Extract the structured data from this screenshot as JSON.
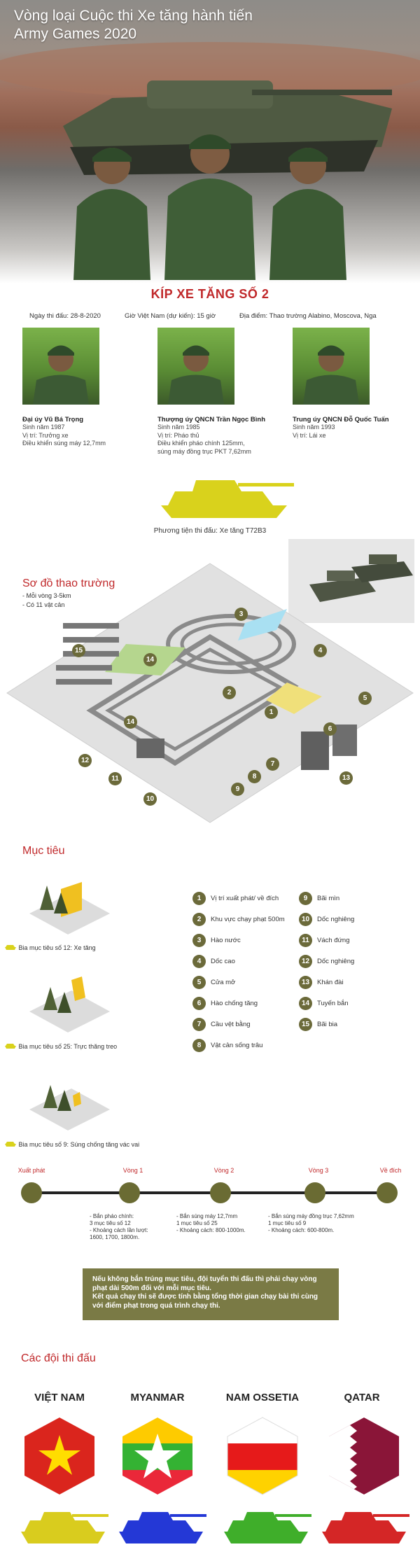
{
  "header": {
    "title_line1": "Vòng loại Cuộc thi Xe tăng hành tiến",
    "title_line2": "Army Games 2020"
  },
  "crew": {
    "title": "KÍP XE TĂNG SỐ 2",
    "date": "Ngày thi đấu: 28-8-2020",
    "time": "Giờ Việt Nam (dự kiến): 15 giờ",
    "place": "Địa điểm: Thao trường Alabino, Moscova, Nga",
    "members": [
      {
        "name": "Đại úy Vũ Bá Trọng",
        "desc": "Sinh năm 1987\nVị trí: Trưởng xe\nĐiều khiển súng máy 12,7mm"
      },
      {
        "name": "Thượng úy QNCN Trần Ngọc Bình",
        "desc": "Sinh năm 1985\nVị trí: Pháo thủ\nĐiều khiển pháo chính 125mm,\nsúng máy đồng trục PKT 7,62mm"
      },
      {
        "name": "Trung úy QNCN Đỗ Quốc Tuấn",
        "desc": "Sinh năm 1993\nVị trí: Lái xe"
      }
    ],
    "vehicle": "Phương tiện thi đấu: Xe tăng T72B3"
  },
  "course": {
    "title": "Sơ đồ thao trường",
    "note1": "- Mỗi vòng 3-5km",
    "note2": "- Có 11 vật cản",
    "markers": [
      "1",
      "2",
      "3",
      "4",
      "5",
      "6",
      "7",
      "8",
      "9",
      "10",
      "11",
      "12",
      "13",
      "14",
      "14",
      "15"
    ]
  },
  "targets": {
    "title": "Mục tiêu",
    "items": [
      "Bia mục tiêu số 12: Xe tăng",
      "Bia mục tiêu số 25: Trực thăng treo",
      "Bia mục tiêu số 9: Súng chống tăng vác vai"
    ],
    "legend_left": [
      {
        "n": "1",
        "t": "Vị trí xuất phát/ về đích"
      },
      {
        "n": "2",
        "t": "Khu vực chạy phạt 500m"
      },
      {
        "n": "3",
        "t": "Hào nước"
      },
      {
        "n": "4",
        "t": "Dốc cao"
      },
      {
        "n": "5",
        "t": "Cửa mở"
      },
      {
        "n": "6",
        "t": "Hào chống tăng"
      },
      {
        "n": "7",
        "t": "Cầu vệt bằng"
      },
      {
        "n": "8",
        "t": "Vật cản sống trâu"
      }
    ],
    "legend_right": [
      {
        "n": "9",
        "t": "Bãi mìn"
      },
      {
        "n": "10",
        "t": "Dốc nghiêng"
      },
      {
        "n": "11",
        "t": "Vách đứng"
      },
      {
        "n": "12",
        "t": "Dốc nghiêng"
      },
      {
        "n": "13",
        "t": "Khán đài"
      },
      {
        "n": "14",
        "t": "Tuyến bắn"
      },
      {
        "n": "15",
        "t": "Bãi bia"
      }
    ]
  },
  "timeline": {
    "labels": [
      "Xuất phát",
      "Vòng 1",
      "Vòng 2",
      "Vòng 3",
      "Về đích"
    ],
    "notes": [
      "- Bắn pháo chính:\n3 mục tiêu số 12\n- Khoảng cách lần lượt:\n1600, 1700, 1800m.",
      "- Bắn súng máy 12,7mm\n1 mục tiêu số 25\n- Khoảng cách: 800-1000m.",
      "- Bắn súng máy đồng trục 7,62mm\n1 mục tiêu số 9\n- Khoảng cách: 600-800m."
    ],
    "penalty": "Nếu không bắn trúng mục tiêu, đội tuyển thi đấu thì phải chạy vòng phạt dài 500m đối với mỗi mục tiêu.\nKết quả chạy thi sẽ được tính bằng tổng thời gian chạy bài thi cùng với điểm phạt trong quá trình chạy thi."
  },
  "teams": {
    "title": "Các đội thi đấu",
    "names": [
      "VIỆT NAM",
      "MYANMAR",
      "NAM OSSETIA",
      "QATAR"
    ],
    "tank_colors": [
      "#d9cc1e",
      "#2438d6",
      "#3fae2a",
      "#d42626"
    ]
  },
  "colors": {
    "accent_red": "#c0282a",
    "olive": "#6b6a3a",
    "tank_yellow": "#d9d21c"
  }
}
